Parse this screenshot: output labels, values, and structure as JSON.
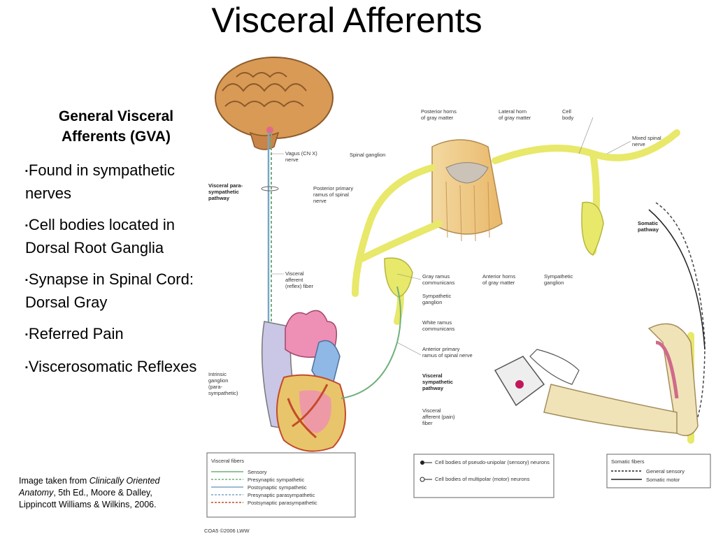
{
  "title": "Visceral Afferents",
  "heading": "General Visceral Afferents (GVA)",
  "bullets": [
    "Found in sympathetic nerves",
    "Cell bodies located in Dorsal Root Ganglia",
    "Synapse in Spinal Cord: Dorsal Gray",
    "Referred Pain",
    "Viscerosomatic Reflexes"
  ],
  "bullet_marker": "▪",
  "credit": {
    "prefix": "Image taken from ",
    "book": "Clinically Oriented Anatomy",
    "suffix": ", 5th Ed., Moore & Dalley, Lippincott Williams  & Wilkins, 2006."
  },
  "diagram": {
    "labels": {
      "vagus": [
        "Vagus (CN X)",
        "nerve"
      ],
      "visceral_para": [
        "Visceral para-",
        "sympathetic",
        "pathway"
      ],
      "visceral_afferent_reflex": [
        "Visceral",
        "afferent",
        "(reflex) fiber"
      ],
      "intrinsic": [
        "Intrinsic",
        "ganglion",
        "(para-",
        "sympathetic)"
      ],
      "spinal_ganglion": [
        "Spinal ganglion"
      ],
      "posterior_primary": [
        "Posterior primary",
        "ramus of spinal",
        "nerve"
      ],
      "posterior_horns": [
        "Posterior horns",
        "of gray matter"
      ],
      "lateral_horn": [
        "Lateral horn",
        "of gray matter"
      ],
      "cell_body": [
        "Cell",
        "body"
      ],
      "mixed_spinal": [
        "Mixed spinal",
        "nerve"
      ],
      "somatic_pathway": [
        "Somatic",
        "pathway"
      ],
      "gray_ramus": [
        "Gray ramus",
        "communicans"
      ],
      "sympathetic_ganglion_left": [
        "Sympathetic",
        "ganglion"
      ],
      "white_ramus": [
        "White ramus",
        "communicans"
      ],
      "anterior_primary": [
        "Anterior primary",
        "ramus of spinal nerve"
      ],
      "anterior_horns": [
        "Anterior horns",
        "of gray matter"
      ],
      "sympathetic_ganglion_right": [
        "Sympathetic",
        "ganglion"
      ],
      "visceral_sympathetic": [
        "Visceral",
        "sympathetic",
        "pathway"
      ],
      "visceral_afferent_pain": [
        "Visceral",
        "afferent (pain)",
        "fiber"
      ]
    },
    "legend_visceral": {
      "title": "Visceral fibers",
      "items": [
        "Sensory",
        "Presynaptic sympathetic",
        "Postsynaptic sympathetic",
        "Presynaptic parasympathetic",
        "Postsynaptic parasympathetic"
      ]
    },
    "legend_cells": {
      "items": [
        "Cell bodies of pseudo-unipolar (sensory) neurons",
        "Cell bodies of multipolar (motor) neurons"
      ]
    },
    "legend_somatic": {
      "title": "Somatic fibers",
      "items": [
        "General sensory",
        "Somatic motor"
      ]
    },
    "copyright": "COA5 ©2006 LWW",
    "colors": {
      "nerve_yellow": "#e8e86a",
      "brain": "#d99a55",
      "heart_pink": "#ee8fb5",
      "heart_red": "#c44a2c",
      "sensory_green": "#6fb07a",
      "para_blue": "#7aa6c8"
    }
  }
}
